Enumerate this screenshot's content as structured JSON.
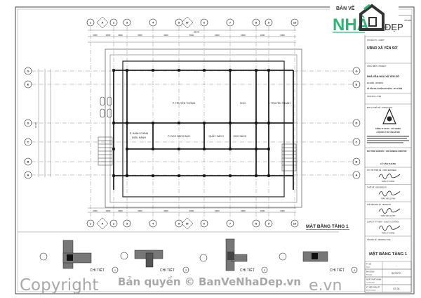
{
  "logo": {
    "line1": "BẢN VẼ",
    "line2": "NHÀ",
    "line3": "ĐẸP",
    "colors": {
      "green": "#2bb673",
      "dark": "#333333"
    }
  },
  "plan": {
    "title": "MẶT BẰNG TẦNG 1",
    "grid_x": [
      "1",
      "2",
      "3",
      "4",
      "5",
      "6",
      "7",
      "8",
      "9",
      "10"
    ],
    "grid_x_aux": [
      "A",
      "B'"
    ],
    "grid_y": [
      "G",
      "E",
      "D",
      "C",
      "B",
      "A"
    ],
    "top_dims": [
      "3300",
      "1800",
      "3600",
      "3600",
      "3600",
      "3600",
      "3600",
      "3600",
      "1800",
      "3300"
    ],
    "overall_dim": "28640",
    "left_overall_dim": "15440",
    "rooms": [
      {
        "name": "P. TRUYỀN THỐNG"
      },
      {
        "name": "KHO"
      },
      {
        "name": "P. TRUYỀN THANH"
      },
      {
        "name": "P. HÀNH CHÍNH",
        "sub": "ĐIỀU HÀNH"
      },
      {
        "name": "P. ĐỌC SÁCH BÁO"
      },
      {
        "name": "QUẦY SÁCH"
      },
      {
        "name": "KHO SÁCH"
      }
    ]
  },
  "details": [
    {
      "label": "CHI TIẾT",
      "num": "1"
    },
    {
      "label": "CHI TIẾT",
      "num": "2"
    },
    {
      "label": "CHI TIẾT",
      "num": "3"
    },
    {
      "label": "CHI TIẾT",
      "num": "4"
    }
  ],
  "title_block": {
    "sheet_no_label": "SỐ BẢN",
    "client_label": "CHỦ ĐẦU TƯ - CLIENT",
    "client": "UBND XÃ YÊN SỞ",
    "project_label": "CÔNG TRÌNH - PROJECT",
    "project": "NHÀ VĂN HÓA XÃ YÊN SỞ",
    "address_label": "ĐỊA ĐIỂM - ADDRESS",
    "address": "XÃ YÊN SỞ, HUYỆN HOÀI ĐỨC - TP. HÀ NỘI",
    "item_label": "HẠNG MỤC - ITEM",
    "consultant_label": "ĐƠN VỊ THIẾT KẾ - CONSULTANT",
    "company": "CÔNG TY CP TV - XÂY DỰNG",
    "company2": "& QUẢN LÝ DỰ ÁN HÀ NỘI",
    "director_label": "PHÓ TỔNG GIÁM ĐỐC - VICE GENERAL DIRECTOR",
    "director": "LÊ VĂN THÀNH",
    "signers": [
      {
        "role": "CHỦ TRÌ THIẾT KẾ - CHIEF ENGINEER",
        "name": "TRẦN SỸ KHÁNH"
      },
      {
        "role": "THIẾT KẾ - DESIGNED BY",
        "name": "TRẦN VĂN QUỲNH"
      },
      {
        "role": "THỂ HIỆN BẢN VẼ - DRAWN BY",
        "name": "TRẦN VĂN QUỲNH"
      },
      {
        "role": "QUẢN LÝ KỸ THUẬT - QUALITY CONTROL",
        "name": "TRẦN SỸ KHÁNH"
      }
    ],
    "drawing_title_label": "TÊN BẢN VẼ - DRAWING TITLE",
    "drawing_title": "MẶT BẰNG TẦNG 1",
    "rows": [
      {
        "label": "TỶ LỆ",
        "sub": "Scale",
        "value": "-"
      },
      {
        "label": "MÃ SỐ BV",
        "sub": "Filecode",
        "value": "BVTKTC"
      },
      {
        "label": "NGÀY PHÁT HÀNH",
        "sub": "Issuing date",
        "value": "-"
      },
      {
        "label": "KÝ HIỆU BẢN VẼ",
        "sub": "Sheet number",
        "value": "KT-01"
      }
    ]
  },
  "watermark": {
    "left": "Copyright",
    "center": "Bản quyền © BanVeNhaDep.vn",
    "right": "e.vn"
  }
}
